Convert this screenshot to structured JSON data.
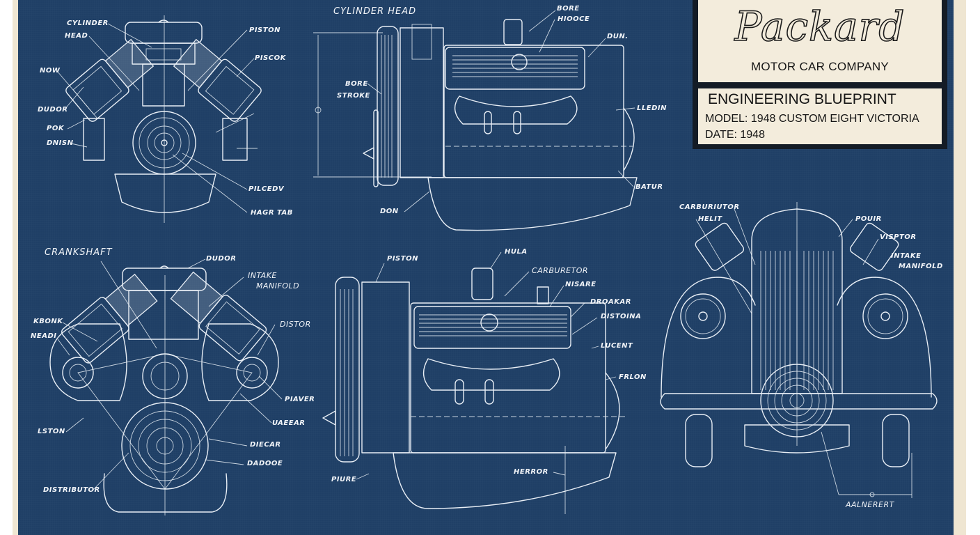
{
  "colors": {
    "blueprint": "#1f3f66",
    "line": "#e8eef5",
    "paper": "#efe6d2",
    "title_block_border": "#141c26",
    "title_block_fill": "#f3ecdc"
  },
  "title_block": {
    "brand": "Packard",
    "company": "MOTOR CAR COMPANY",
    "heading": "ENGINEERING BLUEPRINT",
    "model": "MODEL: 1948 CUSTOM EIGHT VICTORIA",
    "date": "DATE: 1948"
  },
  "views": {
    "front_v_engine_top": {
      "labels": [
        "CYLINDER",
        "HEAD",
        "PISTON",
        "PISCOK",
        "NOW",
        "DUDOR",
        "POK",
        "DNISN",
        "PILCEDV",
        "HAGR TAB"
      ]
    },
    "side_view_top": {
      "labels": [
        "CYLINDER  HEAD",
        "BORE",
        "HIOOCE",
        "DUN.",
        "BORE",
        "STROKE",
        "LLEDIN",
        "BATUR",
        "DON"
      ]
    },
    "front_v_engine_bottom": {
      "labels": [
        "CRANKSHAFT",
        "DUDOR",
        "INTAKE",
        "MANIFOLD",
        "KBONK",
        "NEADI",
        "DISTOR",
        "PIAVER",
        "UAEEAR",
        "DIECAR",
        "DADOOE",
        "LSTON",
        "DISTRIBUTOR"
      ]
    },
    "side_view_bottom": {
      "labels": [
        "PISTON",
        "HULA",
        "CARBURETOR",
        "NISARE",
        "DROAKAR",
        "DISTOINA",
        "LUCENT",
        "FRLON",
        "PIURE",
        "HERROR"
      ]
    },
    "car_front_view": {
      "labels": [
        "CARBURIUTOR",
        "HELIT",
        "POUIR",
        "VISPTOR",
        "INTAKE",
        "MANIFOLD",
        "AALNERERT"
      ]
    }
  }
}
